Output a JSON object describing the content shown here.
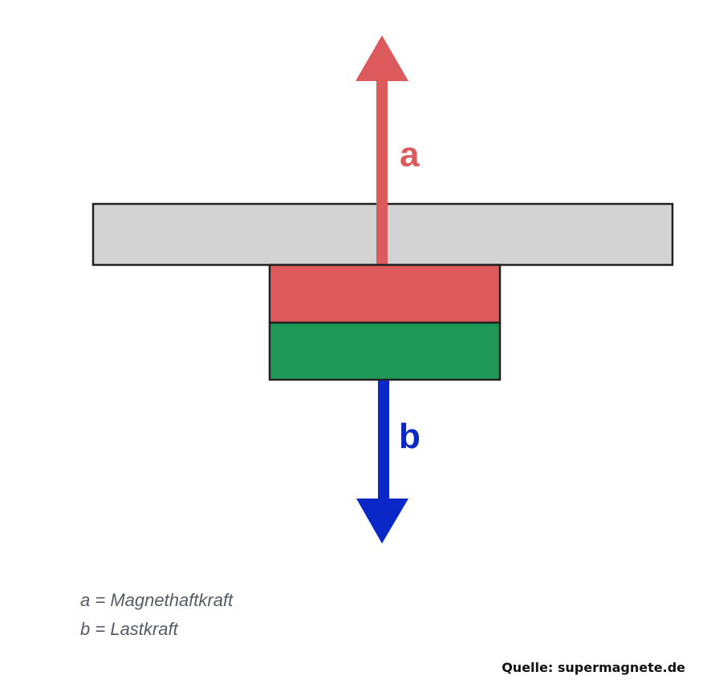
{
  "diagram": {
    "label_a": "a",
    "label_b": "b",
    "colors": {
      "plate": "#d3d3d3",
      "magnet_top": "#dc5a5c",
      "magnet_bottom": "#209858",
      "arrow_a": "#dc5a5c",
      "arrow_b": "#0a28c8",
      "outline": "#222222"
    }
  },
  "legend": {
    "a": {
      "key": "a",
      "sep": " = ",
      "text": "Magnethaftkraft"
    },
    "b": {
      "key": "b",
      "sep": " = ",
      "text": "Lastkraft"
    }
  },
  "source": {
    "label": "Quelle:",
    "value": "supermagnete.de"
  }
}
